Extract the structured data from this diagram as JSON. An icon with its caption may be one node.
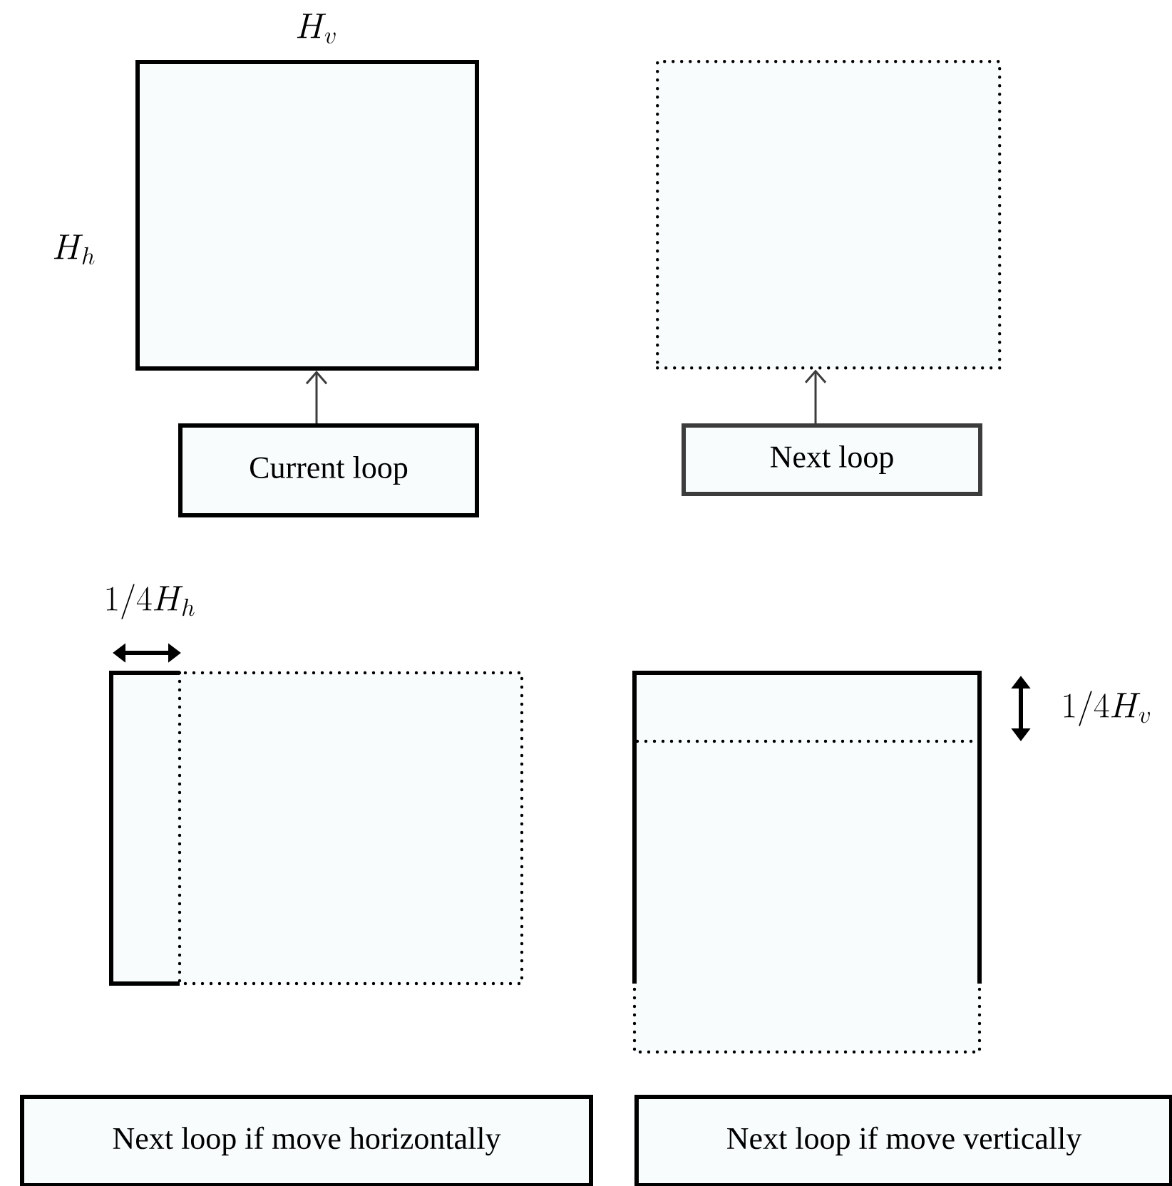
{
  "diagram": {
    "nodes": [
      {
        "text": [],
        "shape": "box"
      },
      {
        "text": [
          "Current loop"
        ]
      },
      {
        "text": [],
        "shape": "box"
      },
      {
        "text": [
          "Next loop"
        ]
      },
      {
        "text": [
          "Next loop if move horizontally"
        ]
      },
      {
        "text": [
          "Next loop if move vertically"
        ]
      }
    ],
    "edges": [
      {
        "from": 1,
        "to": 0,
        "arrow": "to"
      },
      {
        "from": 3,
        "to": 2,
        "arrow": "to"
      }
    ],
    "labels": [
      "H_v",
      "H_h",
      "1/4H_h",
      "1/4H_v"
    ]
  }
}
